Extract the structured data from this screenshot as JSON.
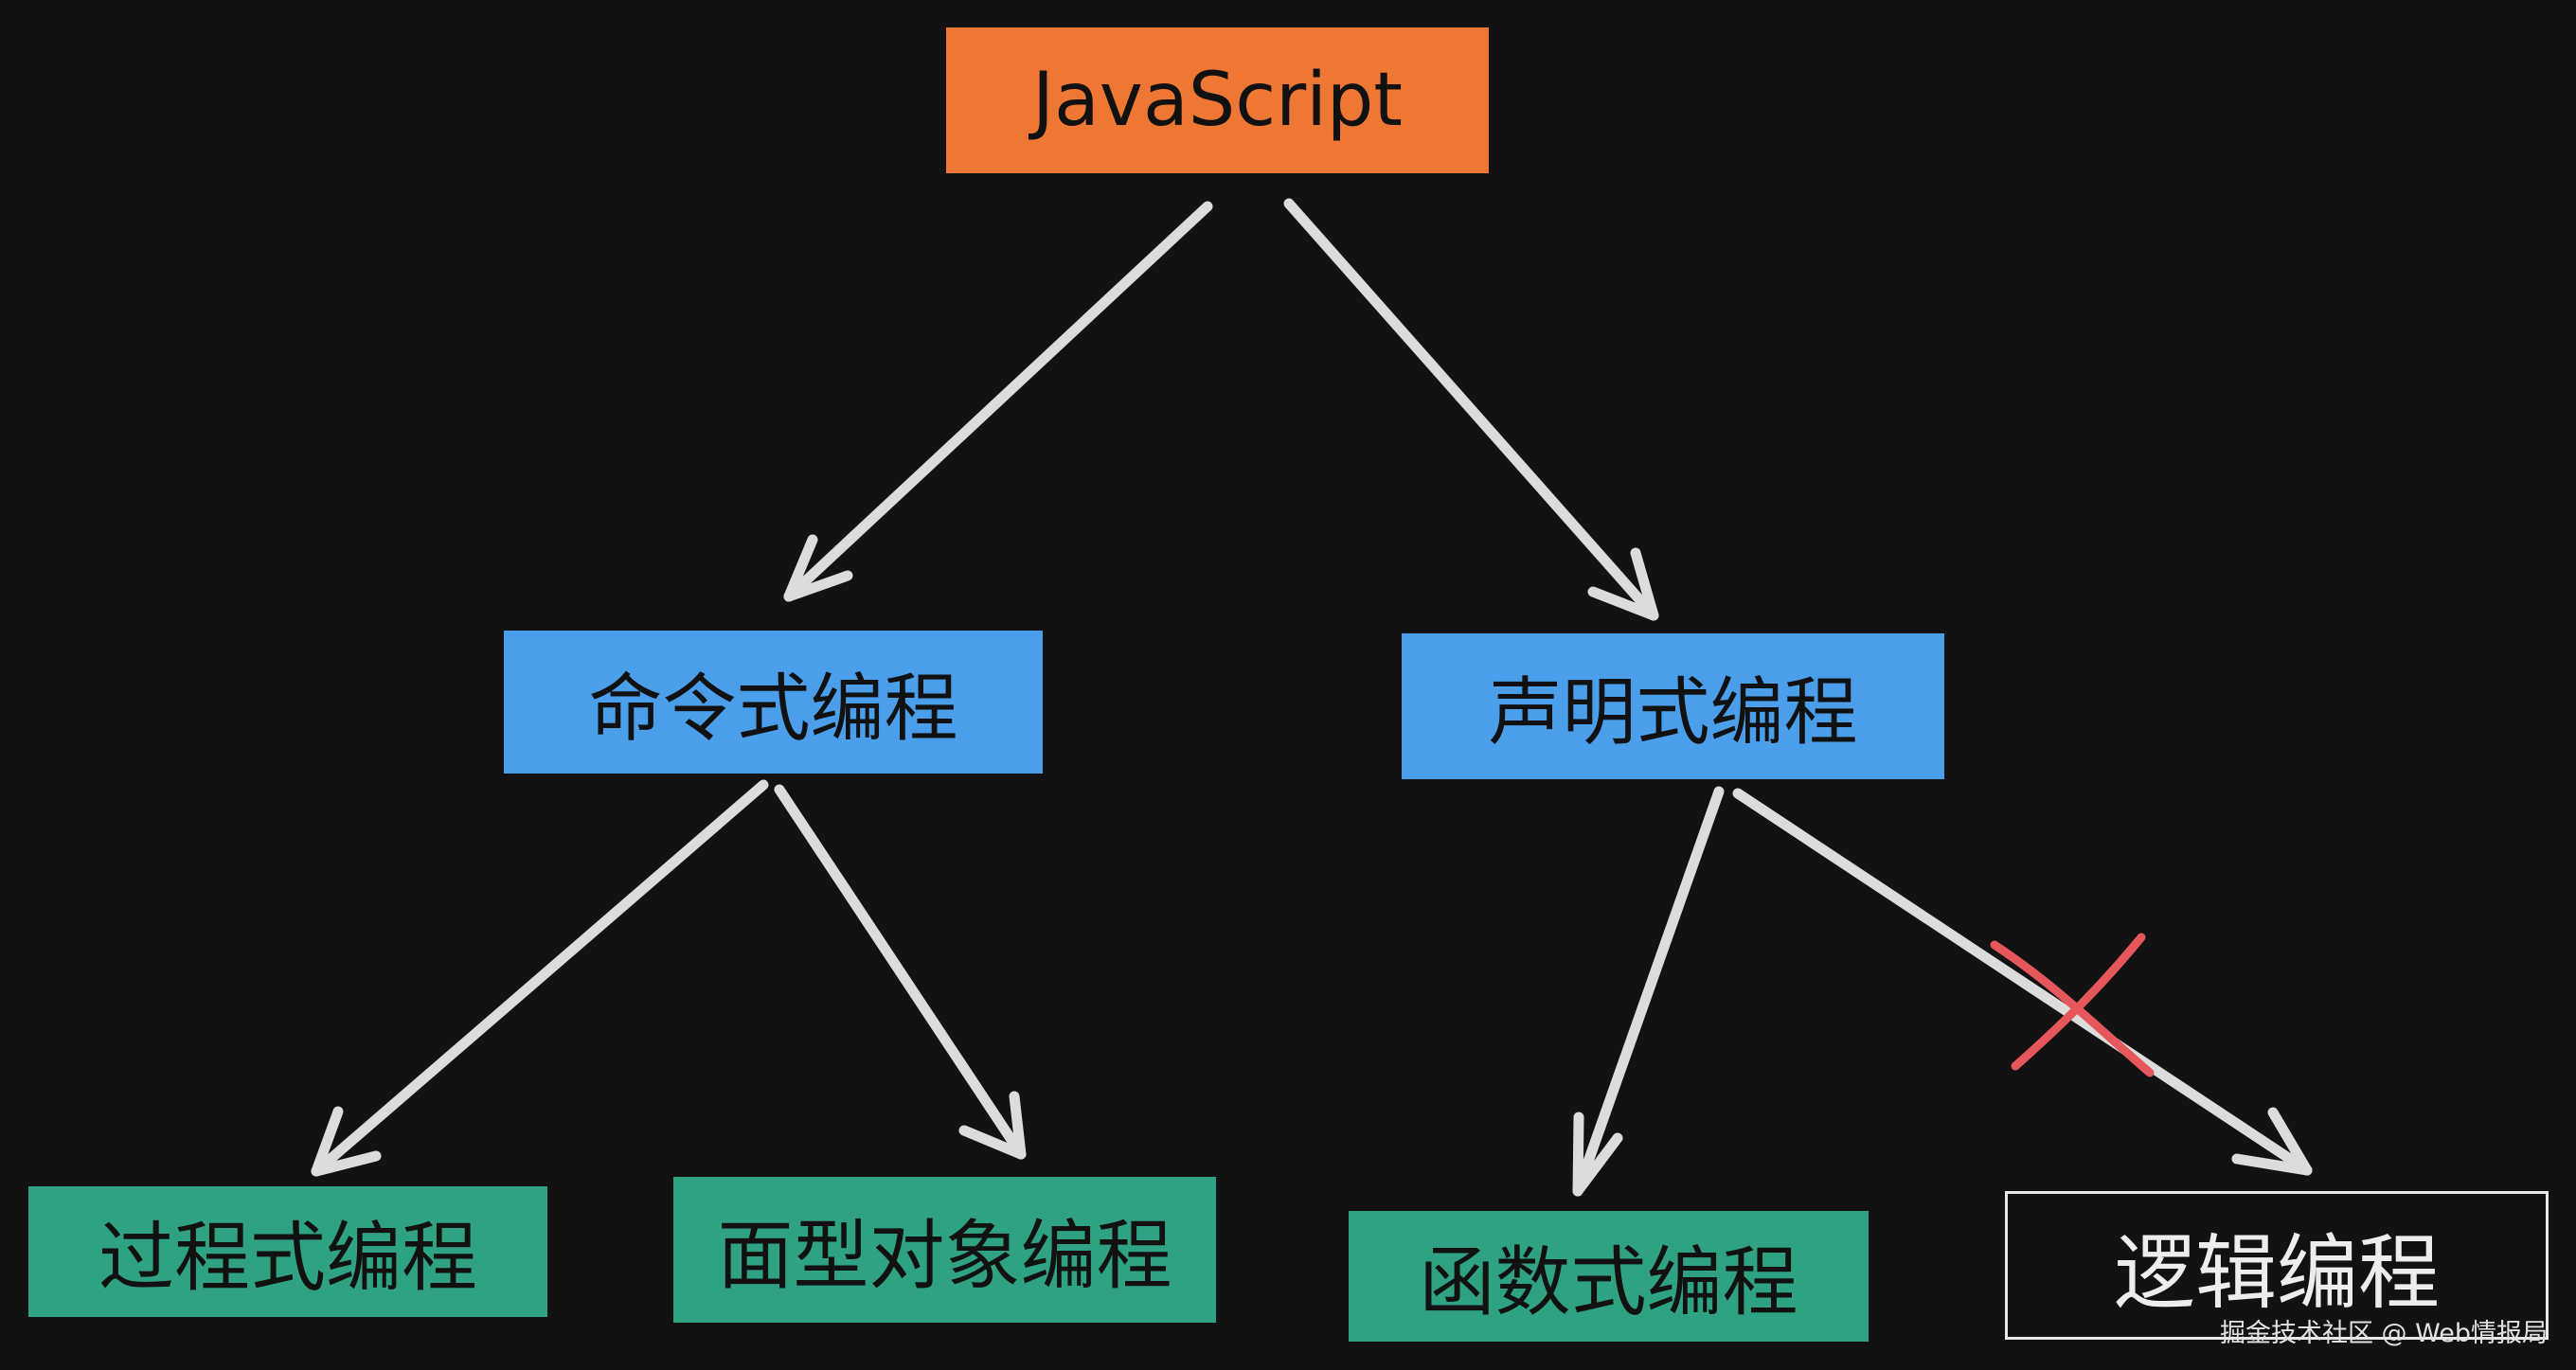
{
  "diagram": {
    "root": {
      "label": "JavaScript"
    },
    "level1": [
      {
        "label": "命令式编程"
      },
      {
        "label": "声明式编程"
      }
    ],
    "level2": [
      {
        "label": "过程式编程"
      },
      {
        "label": "面型对象编程"
      },
      {
        "label": "函数式编程"
      },
      {
        "label": "逻辑编程"
      }
    ],
    "arrow_color": "#dcdcdc",
    "cross_color": "#e6575c"
  },
  "colors": {
    "background": "#121212",
    "root_fill": "#ef7734",
    "level1_fill": "#4b9fea",
    "level2_fill": "#2fa283"
  },
  "watermark": "掘金技术社区 @ Web情报局"
}
